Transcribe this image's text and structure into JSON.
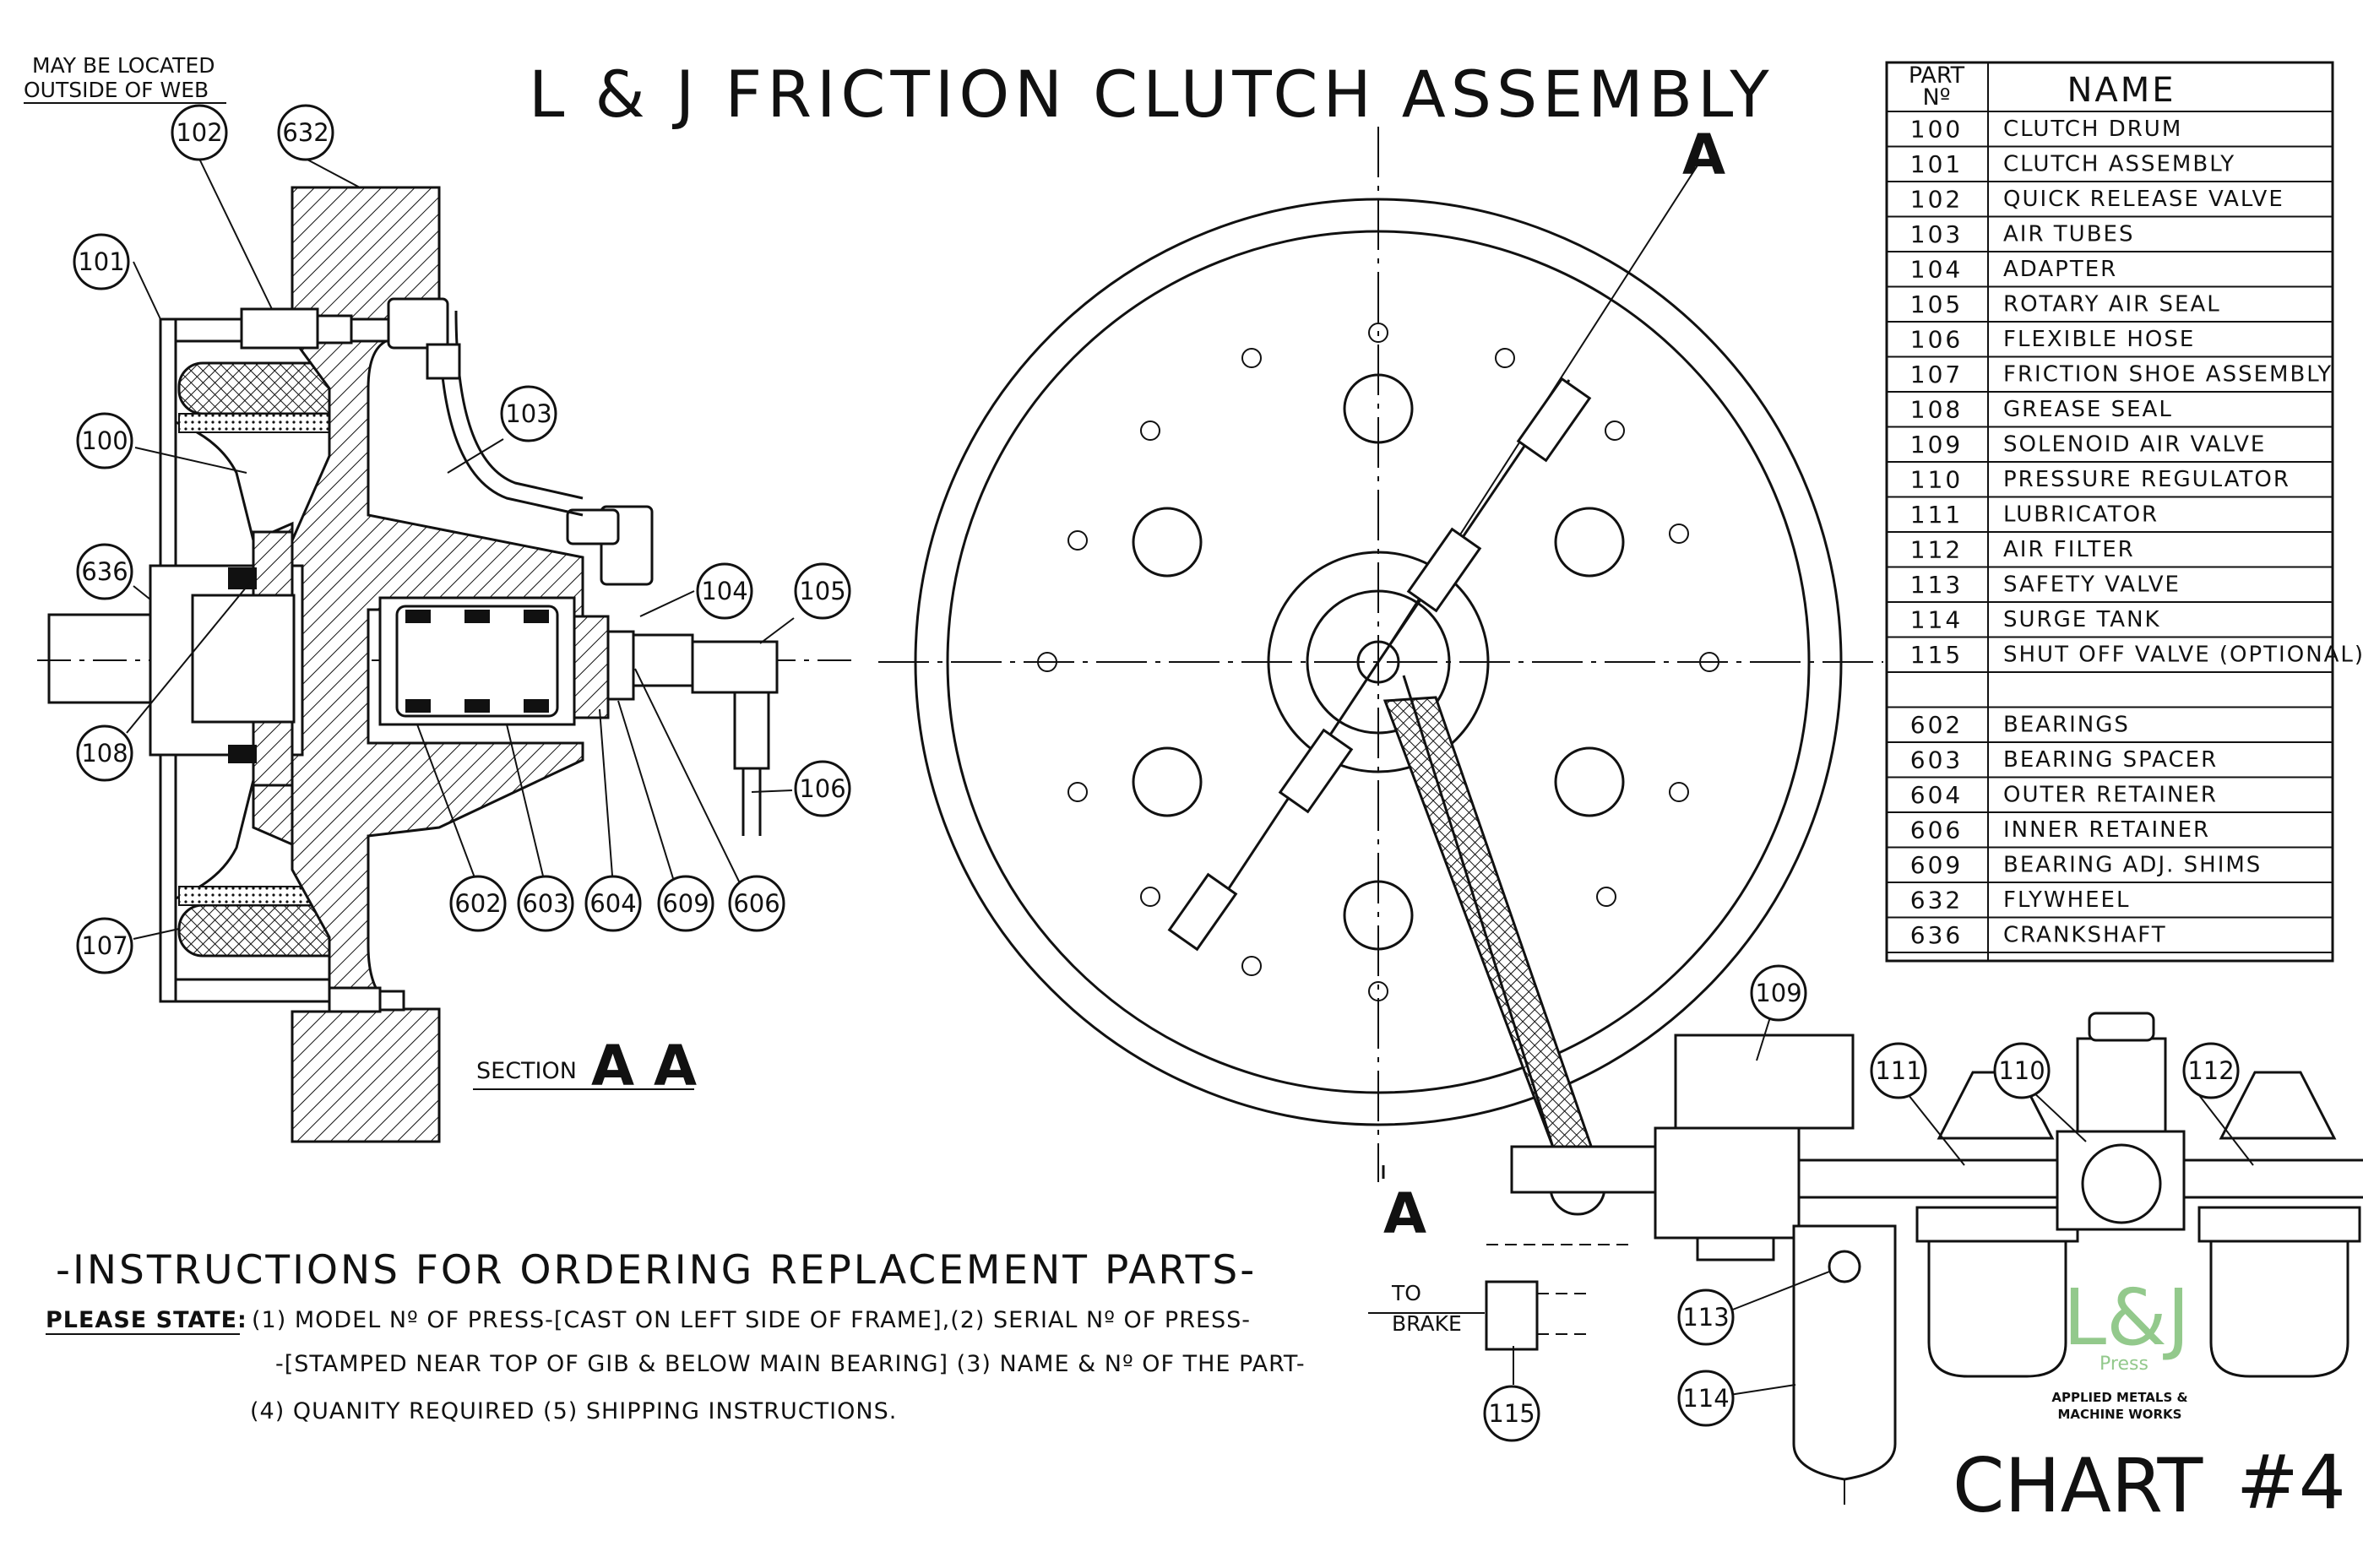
{
  "title": "L & J FRICTION CLUTCH ASSEMBLY",
  "top_left_note": [
    "MAY BE LOCATED",
    "OUTSIDE OF WEB"
  ],
  "section_label": "SECTION",
  "section_letters": "A A",
  "cut_marks": [
    "A",
    "A"
  ],
  "parts_table": {
    "header_part": [
      "PART",
      "Nº"
    ],
    "header_name": "NAME",
    "rows": [
      {
        "no": "100",
        "name": "CLUTCH DRUM"
      },
      {
        "no": "101",
        "name": "CLUTCH ASSEMBLY"
      },
      {
        "no": "102",
        "name": "QUICK RELEASE VALVE"
      },
      {
        "no": "103",
        "name": "AIR TUBES"
      },
      {
        "no": "104",
        "name": "ADAPTER"
      },
      {
        "no": "105",
        "name": "ROTARY AIR SEAL"
      },
      {
        "no": "106",
        "name": "FLEXIBLE HOSE"
      },
      {
        "no": "107",
        "name": "FRICTION SHOE ASSEMBLY"
      },
      {
        "no": "108",
        "name": "GREASE SEAL"
      },
      {
        "no": "109",
        "name": "SOLENOID AIR VALVE"
      },
      {
        "no": "110",
        "name": "PRESSURE REGULATOR"
      },
      {
        "no": "111",
        "name": "LUBRICATOR"
      },
      {
        "no": "112",
        "name": "AIR FILTER"
      },
      {
        "no": "113",
        "name": "SAFETY VALVE"
      },
      {
        "no": "114",
        "name": "SURGE TANK"
      },
      {
        "no": "115",
        "name": "SHUT OFF VALVE (OPTIONAL)"
      },
      {
        "no": "",
        "name": ""
      },
      {
        "no": "602",
        "name": "BEARINGS"
      },
      {
        "no": "603",
        "name": "BEARING SPACER"
      },
      {
        "no": "604",
        "name": "OUTER RETAINER"
      },
      {
        "no": "606",
        "name": "INNER RETAINER"
      },
      {
        "no": "609",
        "name": "BEARING ADJ. SHIMS"
      },
      {
        "no": "632",
        "name": "FLYWHEEL"
      },
      {
        "no": "636",
        "name": "CRANKSHAFT"
      }
    ]
  },
  "callouts": {
    "c102": "102",
    "c632": "632",
    "c101": "101",
    "c100": "100",
    "c103": "103",
    "c636": "636",
    "c104": "104",
    "c105": "105",
    "c108": "108",
    "c106": "106",
    "c602": "602",
    "c603": "603",
    "c604": "604",
    "c609": "609",
    "c606": "606",
    "c107": "107",
    "c109": "109",
    "c111": "111",
    "c110": "110",
    "c112": "112",
    "c113": "113",
    "c114": "114",
    "c115": "115"
  },
  "to_brake": [
    "TO",
    "BRAKE"
  ],
  "instructions": {
    "title": "-INSTRUCTIONS FOR ORDERING REPLACEMENT PARTS-",
    "please_state": "PLEASE STATE:",
    "line1": "(1) MODEL Nº OF PRESS-[CAST ON LEFT SIDE OF FRAME],(2) SERIAL Nº OF PRESS-",
    "line2": "-[STAMPED NEAR TOP OF GIB & BELOW MAIN BEARING] (3) NAME & Nº OF THE PART-",
    "line3": "(4) QUANITY REQUIRED (5) SHIPPING INSTRUCTIONS."
  },
  "logo": {
    "text": "L&J",
    "sub": "Press",
    "color": "#93c98c",
    "company_line1": "APPLIED METALS &",
    "company_line2": "MACHINE WORKS"
  },
  "chart_label": "CHART",
  "chart_number": "#4"
}
